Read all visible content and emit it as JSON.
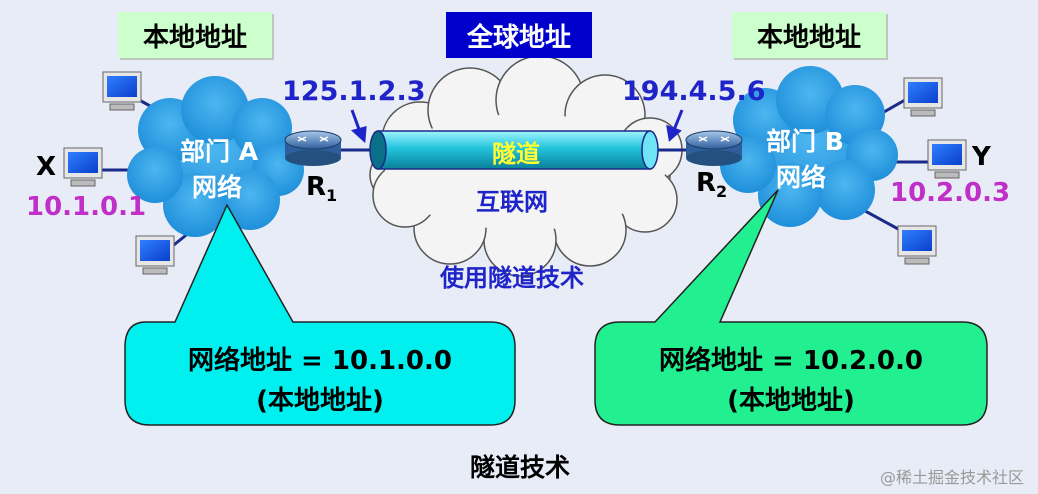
{
  "labels": {
    "local_left": "本地地址",
    "global": "全球地址",
    "local_right": "本地地址",
    "ip_r1": "125.1.2.3",
    "ip_r2": "194.4.5.6",
    "tunnel": "隧道",
    "internet": "互联网",
    "tunnel_tech": "使用隧道技术",
    "dept_a_line1": "部门 A",
    "dept_a_line2": "网络",
    "dept_b_line1": "部门 B",
    "dept_b_line2": "网络",
    "router1": "R",
    "router1_sub": "1",
    "router2": "R",
    "router2_sub": "2",
    "host_x": "X",
    "host_x_ip": "10.1.0.1",
    "host_y": "Y",
    "host_y_ip": "10.2.0.3",
    "callout_a_line1": "网络地址 = 10.1.0.0",
    "callout_a_line2": "(本地地址)",
    "callout_b_line1": "网络地址 = 10.2.0.0",
    "callout_b_line2": "(本地地址)",
    "caption": "隧道技术",
    "watermark": "@稀土掘金技术社区"
  },
  "colors": {
    "background": "#e8ecf7",
    "cloud_blue": "#2a9de6",
    "internet_cloud": "#f4f4f4",
    "tunnel_cyan": "#22c4dc",
    "callout_a": "#00f0f0",
    "callout_b": "#22f090",
    "label_box": "#ccffcc",
    "global_box": "#0000cc",
    "blue_text": "#1f24c8",
    "magenta_text": "#c030c8"
  },
  "icons": [
    "computer-icon",
    "router-icon",
    "arrow-icon"
  ]
}
